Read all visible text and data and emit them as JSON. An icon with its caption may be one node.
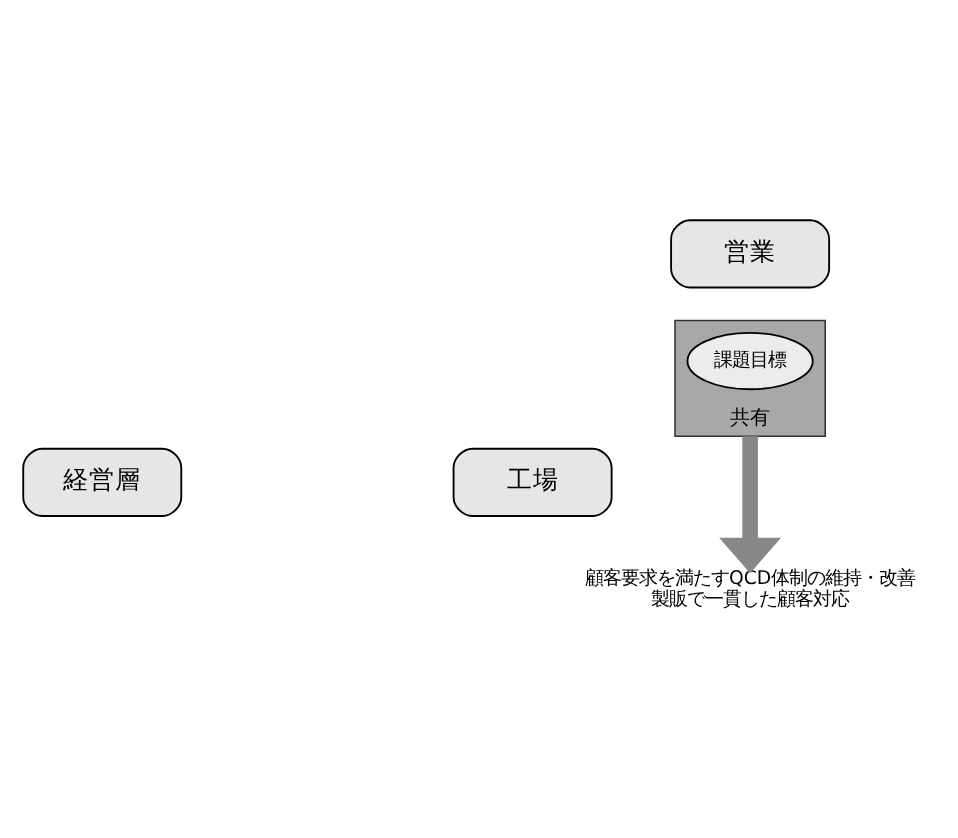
{
  "diagram": {
    "nodes": [
      {
        "text": [
          "営業"
        ]
      },
      {
        "text": [
          "共有"
        ]
      },
      {
        "text": [
          "課題目標"
        ],
        "in": 1
      },
      {
        "text": [
          "経営層"
        ]
      },
      {
        "text": [
          "工場"
        ]
      },
      {
        "text": [
          "顧客要求を満たすQCD体制の維持・改善",
          "製販で一貫した顧客対応"
        ]
      }
    ],
    "edges": [
      {
        "from": 1,
        "to": 5,
        "arrow": "to"
      }
    ]
  }
}
